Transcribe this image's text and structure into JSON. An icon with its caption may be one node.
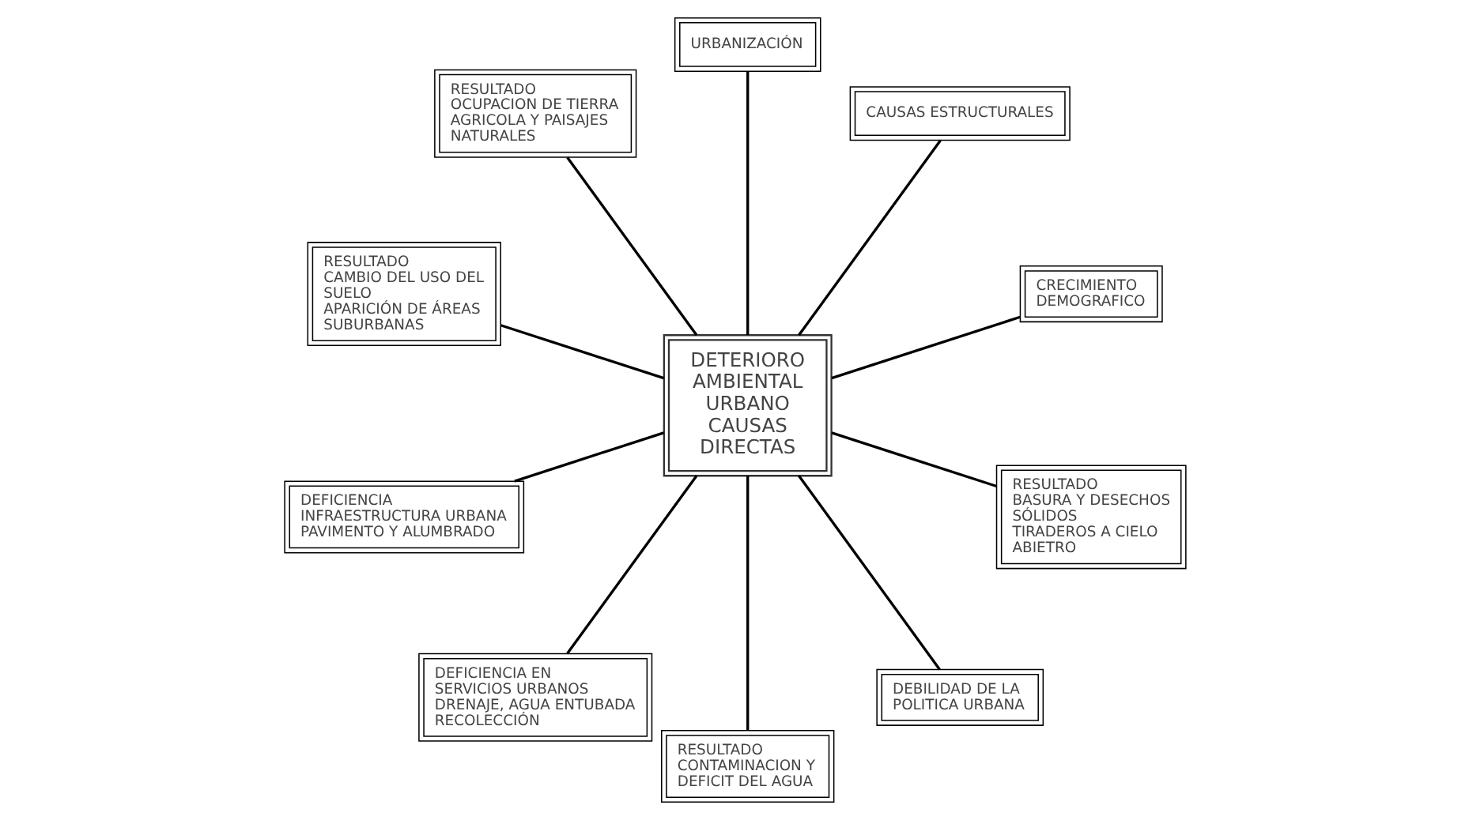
{
  "diagram": {
    "nodes": [
      {
        "text": [
          "DETERIORO AMBIENTAL URBANO",
          "CAUSAS DIRECTAS"
        ]
      },
      {
        "text": [
          "CRECIMIENTO DEMOGRAFICO"
        ]
      },
      {
        "text": [
          "CAUSAS ESTRUCTURALES"
        ]
      },
      {
        "text": [
          "URBANIZACIÓN"
        ]
      },
      {
        "text": [
          "RESULTADO",
          "OCUPACION DE TIERRA AGRICOLA Y PAISAJES NATURALES"
        ]
      },
      {
        "text": [
          "RESULTADO",
          "CAMBIO DEL USO DEL SUELO",
          "APARICIÓN DE ÁREAS SUBURBANAS"
        ]
      },
      {
        "text": [
          "DEFICIENCIA",
          "INFRAESTRUCTURA URBANA",
          "PAVIMENTO Y ALUMBRADO"
        ]
      },
      {
        "text": [
          "DEFICIENCIA EN SERVICIOS URBANOS",
          "DRENAJE, AGUA ENTUBADA",
          "RECOLECCIÓN"
        ]
      },
      {
        "text": [
          "RESULTADO",
          "CONTAMINACION Y DEFICIT DEL AGUA"
        ]
      },
      {
        "text": [
          "DEBILIDAD DE LA POLITICA URBANA"
        ]
      },
      {
        "text": [
          "RESULTADO",
          "BASURA Y DESECHOS SÓLIDOS",
          "TIRADEROS A CIELO ABIETRO"
        ]
      }
    ],
    "edges": [
      {
        "from": 0,
        "to": 1,
        "arrow": "none"
      },
      {
        "from": 0,
        "to": 2,
        "arrow": "none"
      },
      {
        "from": 0,
        "to": 3,
        "arrow": "none"
      },
      {
        "from": 0,
        "to": 4,
        "arrow": "none"
      },
      {
        "from": 0,
        "to": 5,
        "arrow": "none"
      },
      {
        "from": 0,
        "to": 6,
        "arrow": "none"
      },
      {
        "from": 0,
        "to": 7,
        "arrow": "none"
      },
      {
        "from": 0,
        "to": 8,
        "arrow": "none"
      },
      {
        "from": 0,
        "to": 9,
        "arrow": "none"
      },
      {
        "from": 0,
        "to": 10,
        "arrow": "none"
      }
    ]
  }
}
